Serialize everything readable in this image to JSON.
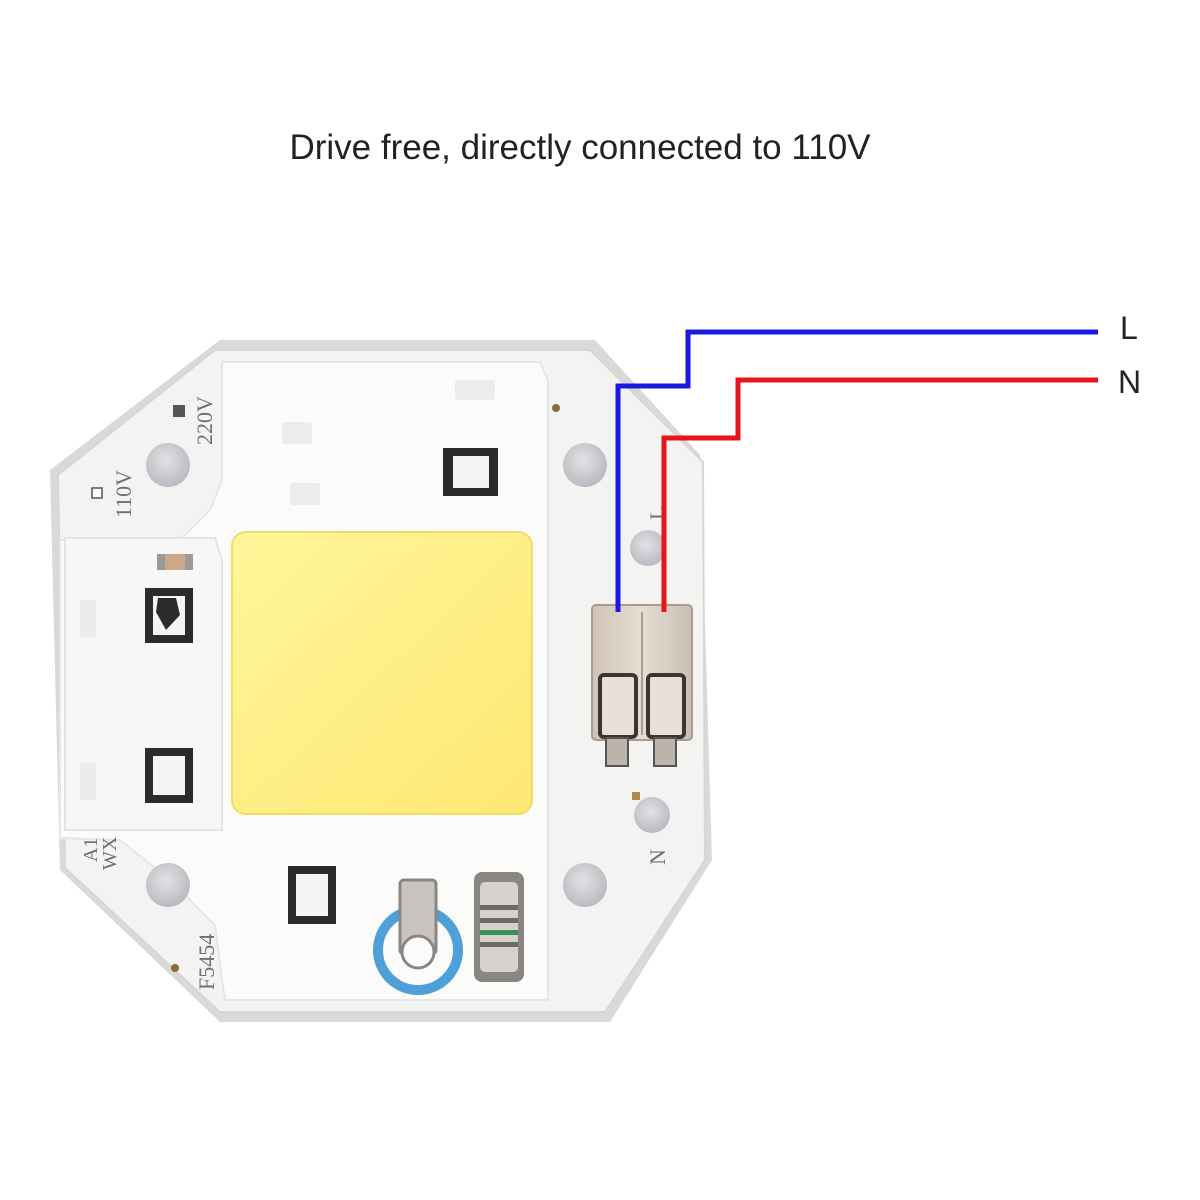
{
  "title": "Drive free, directly connected to 110V",
  "wires": {
    "live": {
      "label": "L",
      "color": "#1a1adf"
    },
    "neutral": {
      "label": "N",
      "color": "#e8141c"
    }
  },
  "board": {
    "marks": {
      "v220": "220V",
      "v110": "110V",
      "a1": "A1",
      "wx": "WX",
      "code": "F5454",
      "terminal_l": "L",
      "terminal_n": "N"
    },
    "colors": {
      "substrate": "#f3f3f1",
      "led": "#fff189",
      "connector": "#ddd3c9",
      "pad": "#c9c9cb"
    }
  }
}
